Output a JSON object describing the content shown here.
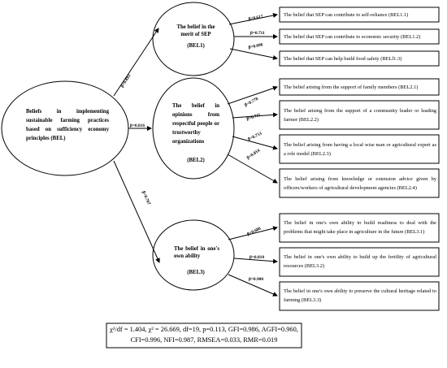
{
  "root": {
    "text": "Beliefs in implementing sustainable farming practices based on sufficiency economy principles (BEL)"
  },
  "factors": [
    {
      "text": "The belief in the merit of SEP",
      "code": "(BEL1)",
      "path_coef": "β=0.893",
      "items": [
        {
          "text": "The belief that SEP can contribute to self-reliance (BEL1.1)",
          "coef": "β=0.617"
        },
        {
          "text": "The belief that SEP can contribute to economic security (BEL1.2)",
          "coef": "β=0.711"
        },
        {
          "text": "The belief that SEP can help build food safety (BELl1.3)",
          "coef": "β=0.696"
        }
      ]
    },
    {
      "text": "The belief in opinions from respectful people or trustworthy organizations",
      "code": "(BEL2)",
      "path_coef": "β=0.816",
      "items": [
        {
          "text": "The belief arising from the support of family members (BEL2.1)",
          "coef": "β=0.778"
        },
        {
          "text": "The belief arising from the support of a community leader or leading farmer (BEL2.2)",
          "coef": "β=0.711"
        },
        {
          "text": "The belief arising from having a local wise man or agricultural expert as a role model (BEL2.3)",
          "coef": "β=0.753"
        },
        {
          "text": "The belief arising from knowledge or extension advice given by officers/workers of agricultural development agencies (BEL2.4)",
          "coef": "β=0.814"
        }
      ]
    },
    {
      "text": "The belief in one's own ability",
      "code": "(BEL3)",
      "path_coef": "β=0.767",
      "items": [
        {
          "text": "The belief in one's own ability to build readiness to deal with the problems that might take place in agriculture in the future (BEL3.1)",
          "coef": "β=0.686"
        },
        {
          "text": "The belief in one's own ability to build up the fertility of agricultural resources (BEL3.2)",
          "coef": "β=0.810"
        },
        {
          "text": "The belief in one's own ability to preserve the cultural heritage related to farming (BEL3.3)",
          "coef": "β=0.900"
        }
      ]
    }
  ],
  "fit_indices": {
    "line1": "χ²/df = 1.404, χ² = 26.669, df=19, p=0.113, GFI=0.986, AGFI=0.960,",
    "line2": "CFI=0.996, NFI=0.987, RMSEA=0.033, RMR=0.019"
  }
}
